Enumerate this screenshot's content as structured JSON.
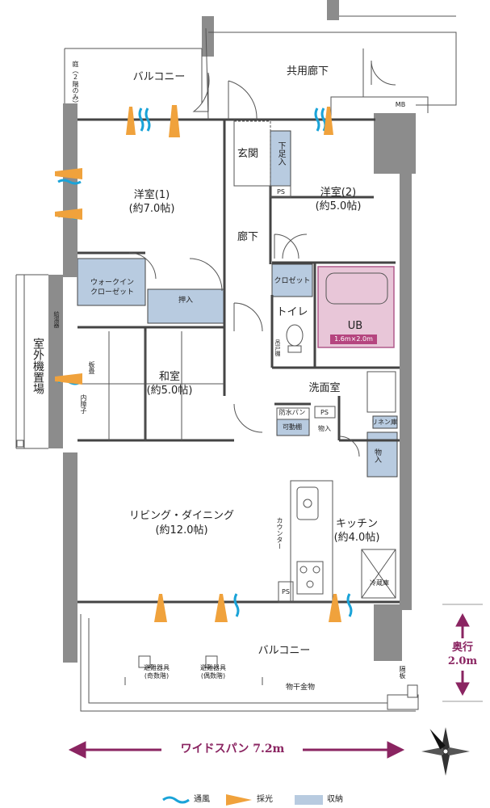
{
  "rooms": {
    "balcony_north": "バルコニー",
    "common_corridor": "共用廊下",
    "mb": "MB",
    "garden_note": "庭（2階のみ）",
    "western1": "洋室(1)",
    "western1_size": "(約7.0帖)",
    "entrance": "玄関",
    "shoe_storage": "下足入",
    "ps_entrance": "PS",
    "western2": "洋室(2)",
    "western2_size": "(約5.0帖)",
    "hallway": "廊下",
    "walkin_closet": "ウォークイン\nクローゼット",
    "closet": "クロゼット",
    "oshiire": "押入",
    "toilet": "トイレ",
    "hanging_shelf": "吊戸棚",
    "ub": "UB",
    "ub_size": "1.6m×2.0m",
    "outdoor_unit_area": "室外機置場",
    "water_heater": "給湯器",
    "tatami_board": "板畳",
    "inner_shoji": "内障子",
    "japanese": "和室",
    "japanese_size": "(約5.0帖)",
    "washroom": "洗面室",
    "waterproof_pan": "防水パン",
    "ps_wash": "PS",
    "movable_shelf": "可動棚",
    "storage_wash": "物入",
    "linen": "リネン庫",
    "storage_kitchen": "物入",
    "living": "リビング・ダイニング",
    "living_size": "(約12.0帖)",
    "counter": "カウンター",
    "kitchen": "キッチン",
    "kitchen_size": "(約4.0帖)",
    "fridge": "冷蔵庫",
    "ps_living": "PS",
    "balcony_south": "バルコニー",
    "evac_odd": "避難器具\n(奇数階)",
    "evac_even": "避難器具\n(偶数階)",
    "partition": "隔板",
    "laundry_hardware": "物干金物"
  },
  "dimensions": {
    "depth_label": "奥行",
    "depth_value": "2.0m",
    "wide_span": "ワイドスパン 7.2m"
  },
  "legend": {
    "ventilation": "通風",
    "daylight": "採光",
    "storage": "収納"
  },
  "colors": {
    "wall": "#8c8c8c",
    "storage_fill": "#b8cbe0",
    "ub_fill": "#e8c6d8",
    "ub_border": "#b05a8c",
    "ub_label_bg": "#b5457f",
    "vent": "#1aa3d8",
    "light": "#f0a23c",
    "dimension": "#8a2461"
  },
  "icons": [
    "compass-icon",
    "ventilation-icon",
    "daylight-icon",
    "storage-swatch-icon"
  ]
}
